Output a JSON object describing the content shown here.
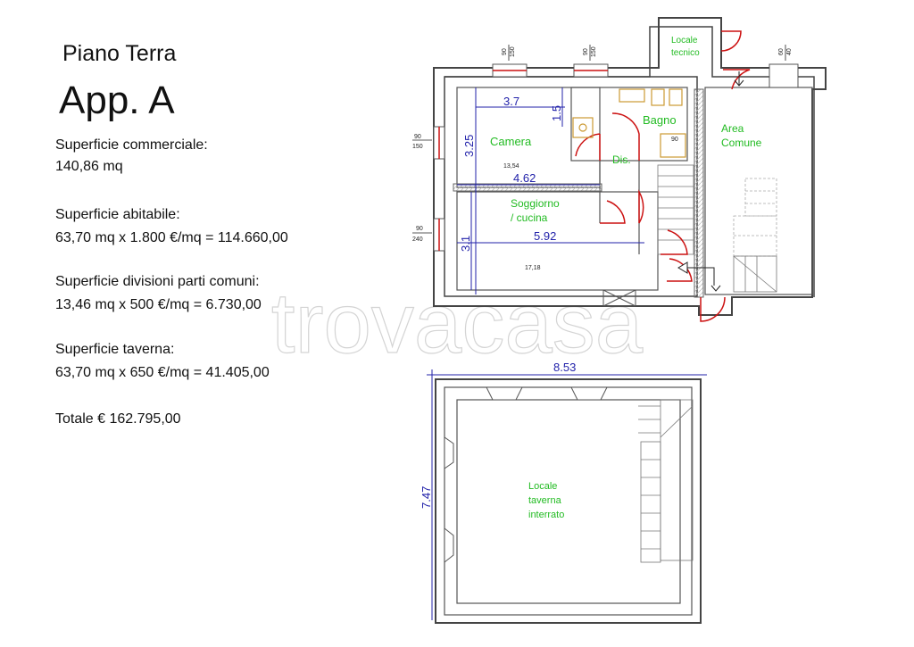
{
  "header": {
    "floor": "Piano Terra",
    "unit": "App. A"
  },
  "details": [
    {
      "label": "Superficie commerciale:",
      "value": "140,86 mq"
    },
    {
      "label": "Superficie abitabile:",
      "value": "63,70 mq x 1.800 €/mq = 114.660,00"
    },
    {
      "label": "Superficie divisioni parti comuni:",
      "value": "13,46 mq x 500 €/mq = 6.730,00"
    },
    {
      "label": "Superficie taverna:",
      "value": "63,70 mq x 650 €/mq = 41.405,00"
    }
  ],
  "total": "Totale € 162.795,00",
  "watermark": "trovacasa",
  "ground_plan": {
    "rooms": {
      "camera": "Camera",
      "bagno": "Bagno",
      "dis": "Dis.",
      "soggiorno_1": "Soggiorno",
      "soggiorno_2": "/ cucina",
      "area_1": "Area",
      "area_2": "Comune",
      "locale_1": "Locale",
      "locale_2": "tecnico"
    },
    "dims": {
      "d37": "3.7",
      "d325": "3.25",
      "d15": "1.5",
      "d462": "4.62",
      "d592": "5.92",
      "d31": "3.1"
    },
    "areas": {
      "camera": "13,54",
      "soggiorno": "17,18"
    },
    "windows": {
      "w1a": "90",
      "w1b": "150",
      "w2a": "90",
      "w2b": "150",
      "w3a": "60",
      "w3b": "40",
      "w4a": "90",
      "w4b": "150",
      "w5a": "90",
      "w5b": "240",
      "shower": "90"
    }
  },
  "basement_plan": {
    "room_1": "Locale",
    "room_2": "taverna",
    "room_3": "interrato",
    "width": "8.53",
    "height": "7.47"
  },
  "colors": {
    "room_label": "#22bb22",
    "dimension": "#2222aa",
    "door": "#cc1111",
    "fixture": "#cc9a33"
  }
}
